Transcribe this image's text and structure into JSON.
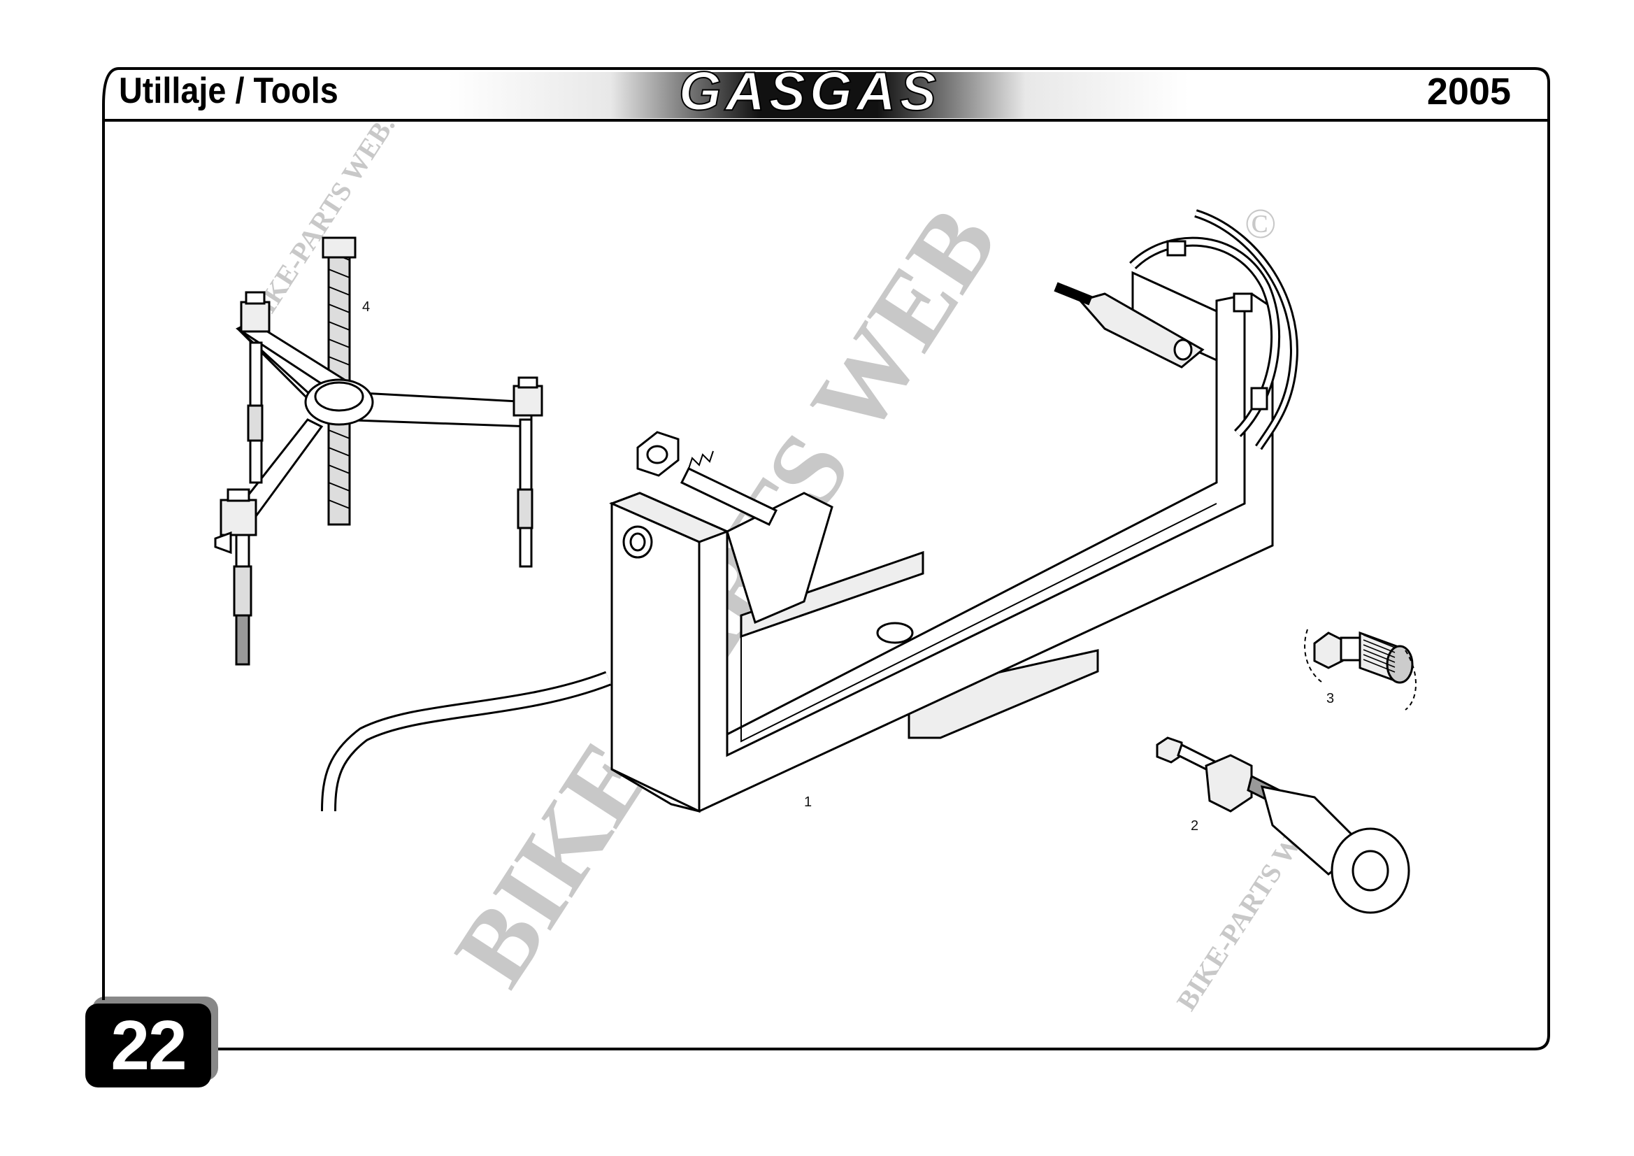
{
  "header": {
    "section_title": "Utillaje / Tools",
    "brand_logo_text": "GASGAS",
    "year": "2005"
  },
  "page": {
    "number": "22"
  },
  "callouts": [
    "1",
    "2",
    "3",
    "4"
  ],
  "watermarks": {
    "main": "BIKE-PARTS WEB",
    "small": "BIKE-PARTS WEB.",
    "copyright": "©"
  },
  "colors": {
    "frame": "#000000",
    "background": "#ffffff",
    "watermark": "#c8c8c8",
    "page_badge": "#000000",
    "page_badge_shadow": "#888888"
  }
}
